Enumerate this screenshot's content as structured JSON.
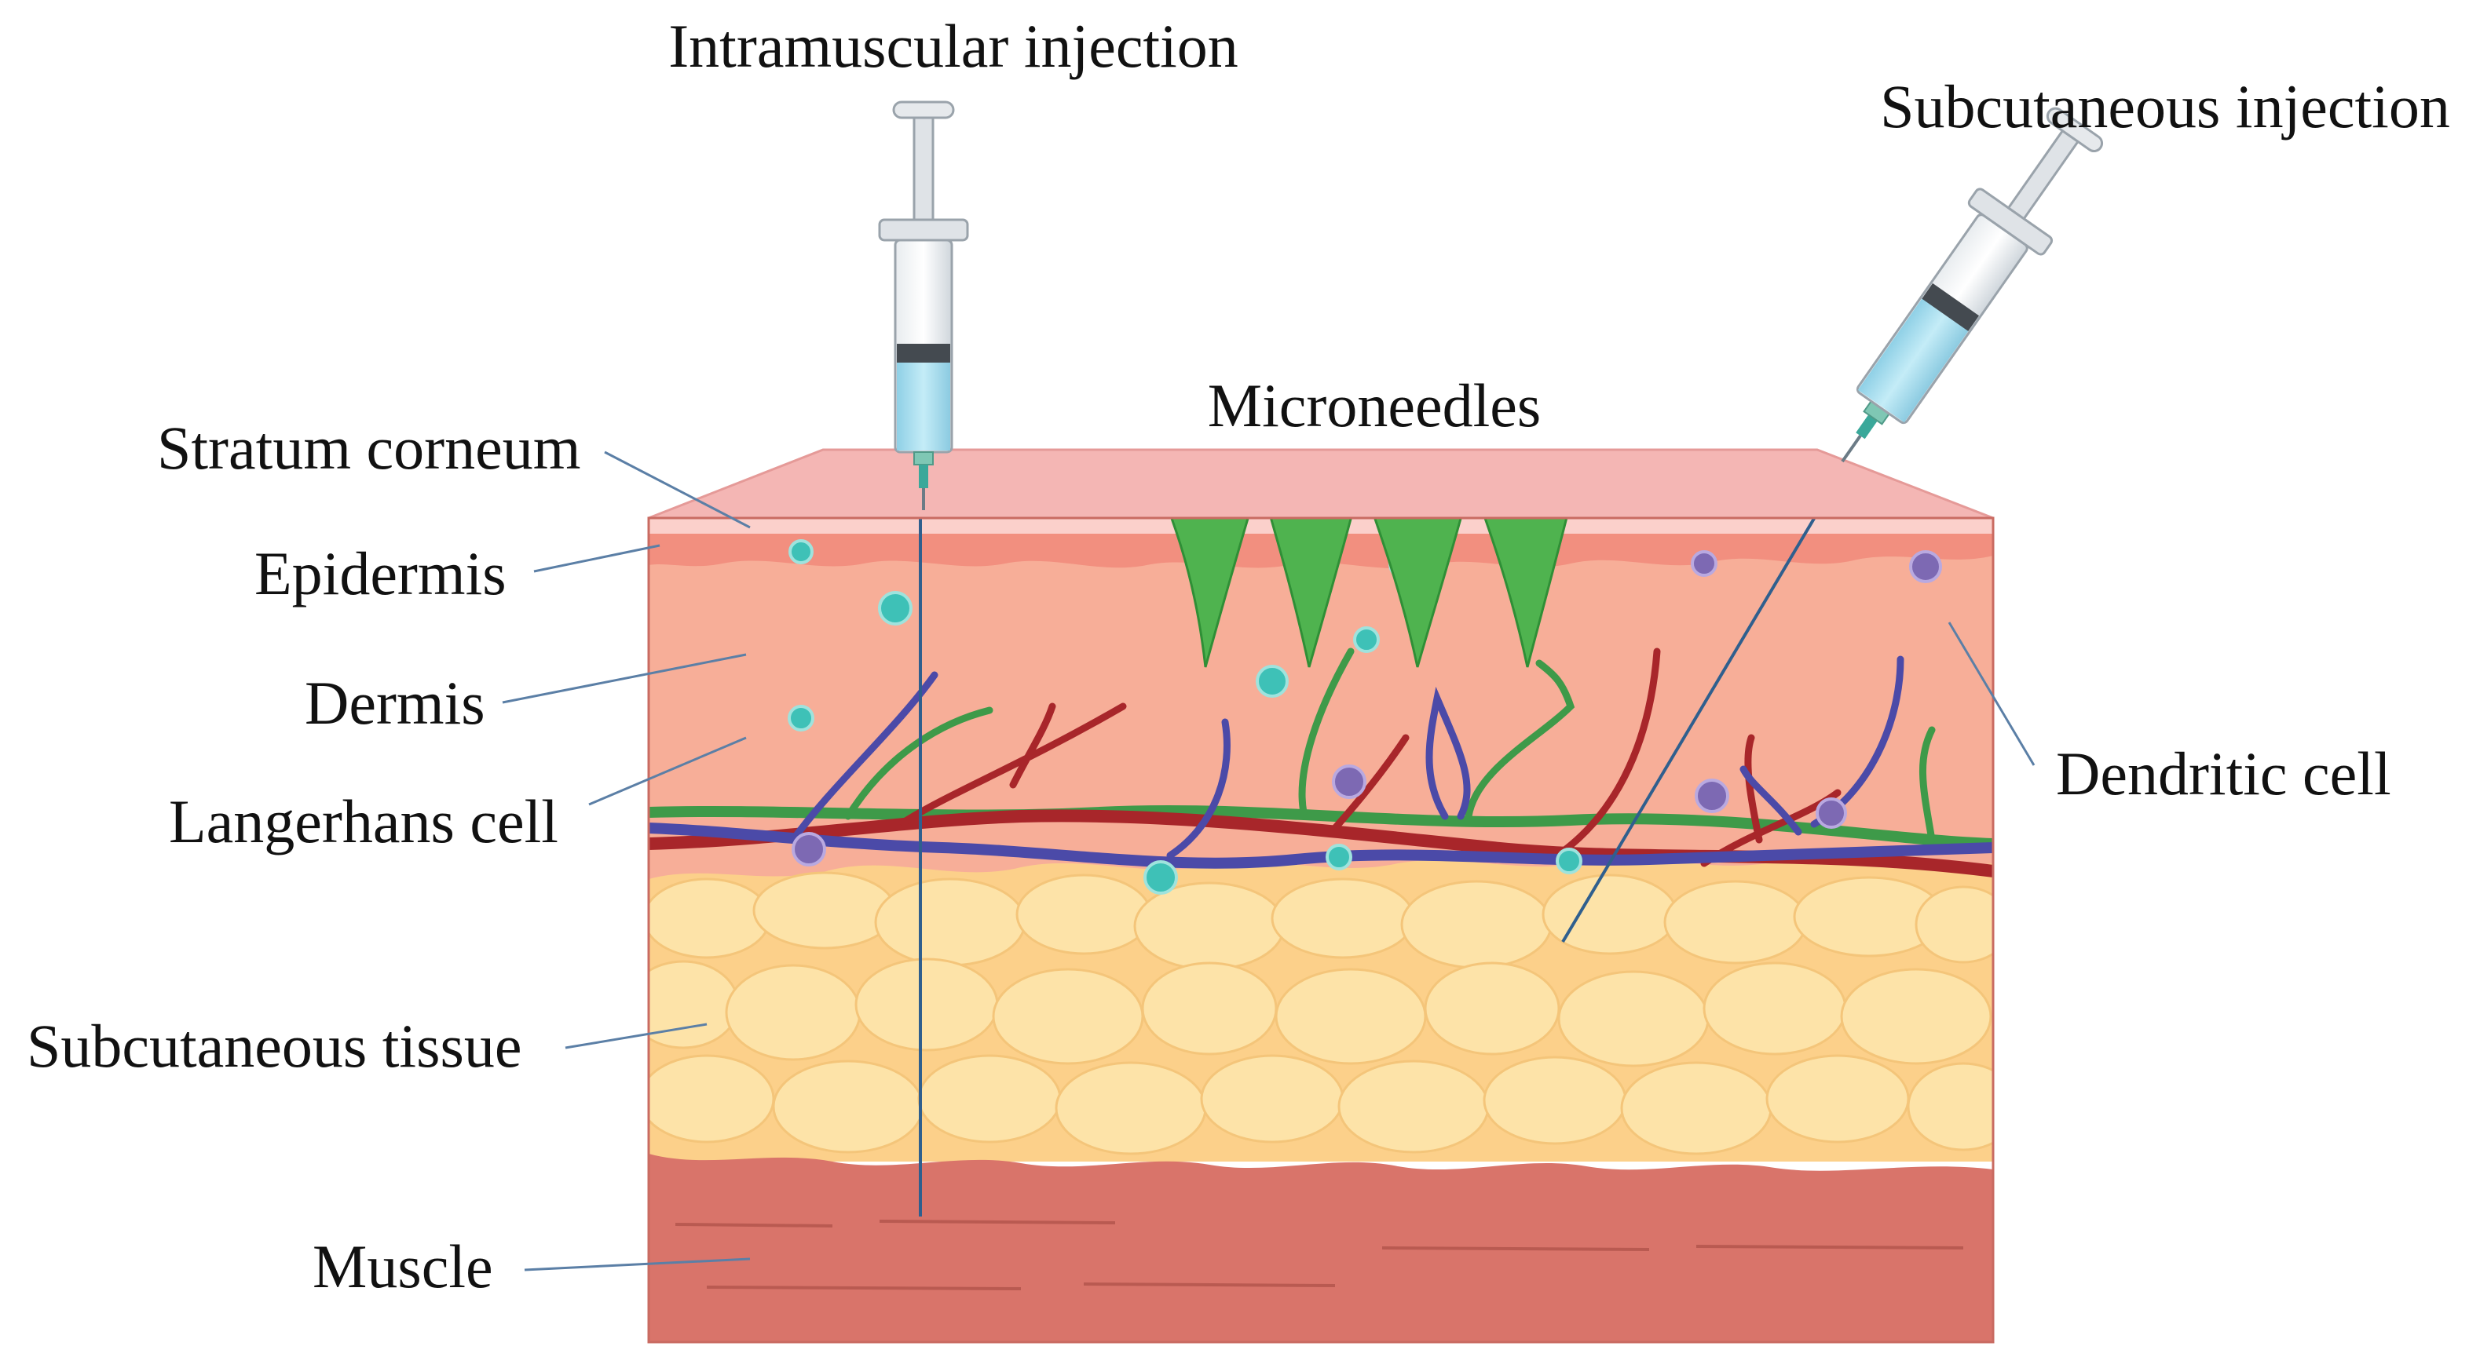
{
  "labels": {
    "intramuscular": "Intramuscular injection",
    "subcutaneous_injection": "Subcutaneous injection",
    "microneedles": "Microneedles",
    "stratum_corneum": "Stratum corneum",
    "epidermis": "Epidermis",
    "dermis": "Dermis",
    "langerhans": "Langerhans cell",
    "subcutaneous_tissue": "Subcutaneous tissue",
    "muscle": "Muscle",
    "dendritic": "Dendritic cell"
  },
  "colors": {
    "stratum_corneum": "#f4b6b4",
    "epidermis": "#f28f7f",
    "dermis": "#f7ae98",
    "fat": "#fcd08a",
    "fat_lobule": "#fde3a8",
    "muscle": "#d9746a",
    "artery": "#a8262a",
    "vein": "#4b4aa8",
    "lymph": "#3e9a49",
    "microneedle": "#4fb34f",
    "langerhans_cell": "#3ec1b7",
    "dendritic_cell": "#7d69b3",
    "syringe_fluid": "#a9dcec"
  },
  "icons": {
    "intramuscular_syringe": "syringe-icon",
    "subcutaneous_syringe": "syringe-icon",
    "microneedle_patch": "microneedle-patch-icon"
  }
}
